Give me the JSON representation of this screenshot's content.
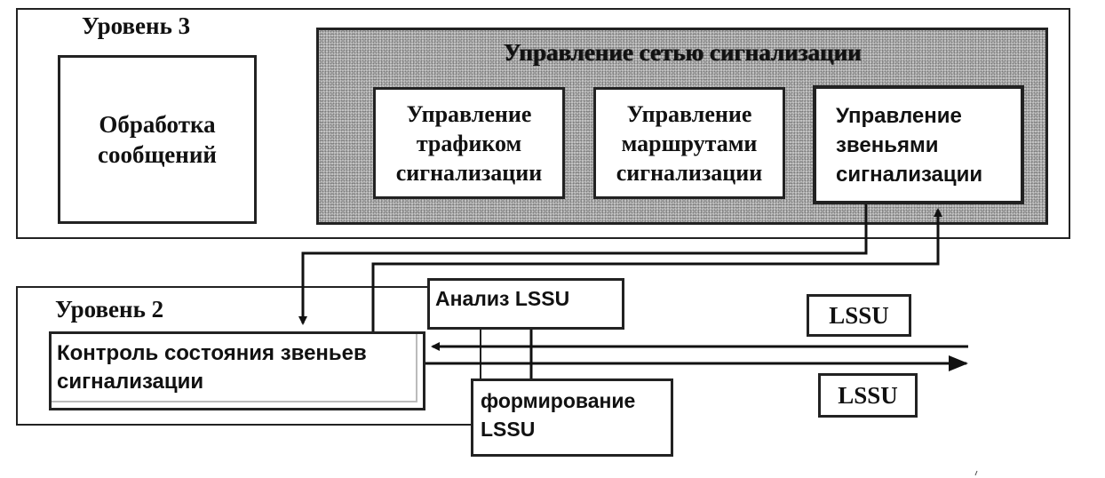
{
  "level3": {
    "label": "Уровень 3",
    "message_processing": "Обработка сообщений",
    "network_management": {
      "title": "Управление сетью сигнализации",
      "traffic": "Управление трафиком сигнализации",
      "routes": "Управление маршрутами сигнализации",
      "links": "Управление звеньями сигнализации"
    }
  },
  "level2": {
    "label": "Уровень 2",
    "link_status_control": "Контроль состояния звеньев сигнализации",
    "lssu_analysis": "Анализ LSSU",
    "lssu_forming": "формирование LSSU"
  },
  "lssu_in": "LSSU",
  "lssu_out": "LSSU",
  "colors": {
    "line": "#111111",
    "shade": "#c9c9c9"
  }
}
